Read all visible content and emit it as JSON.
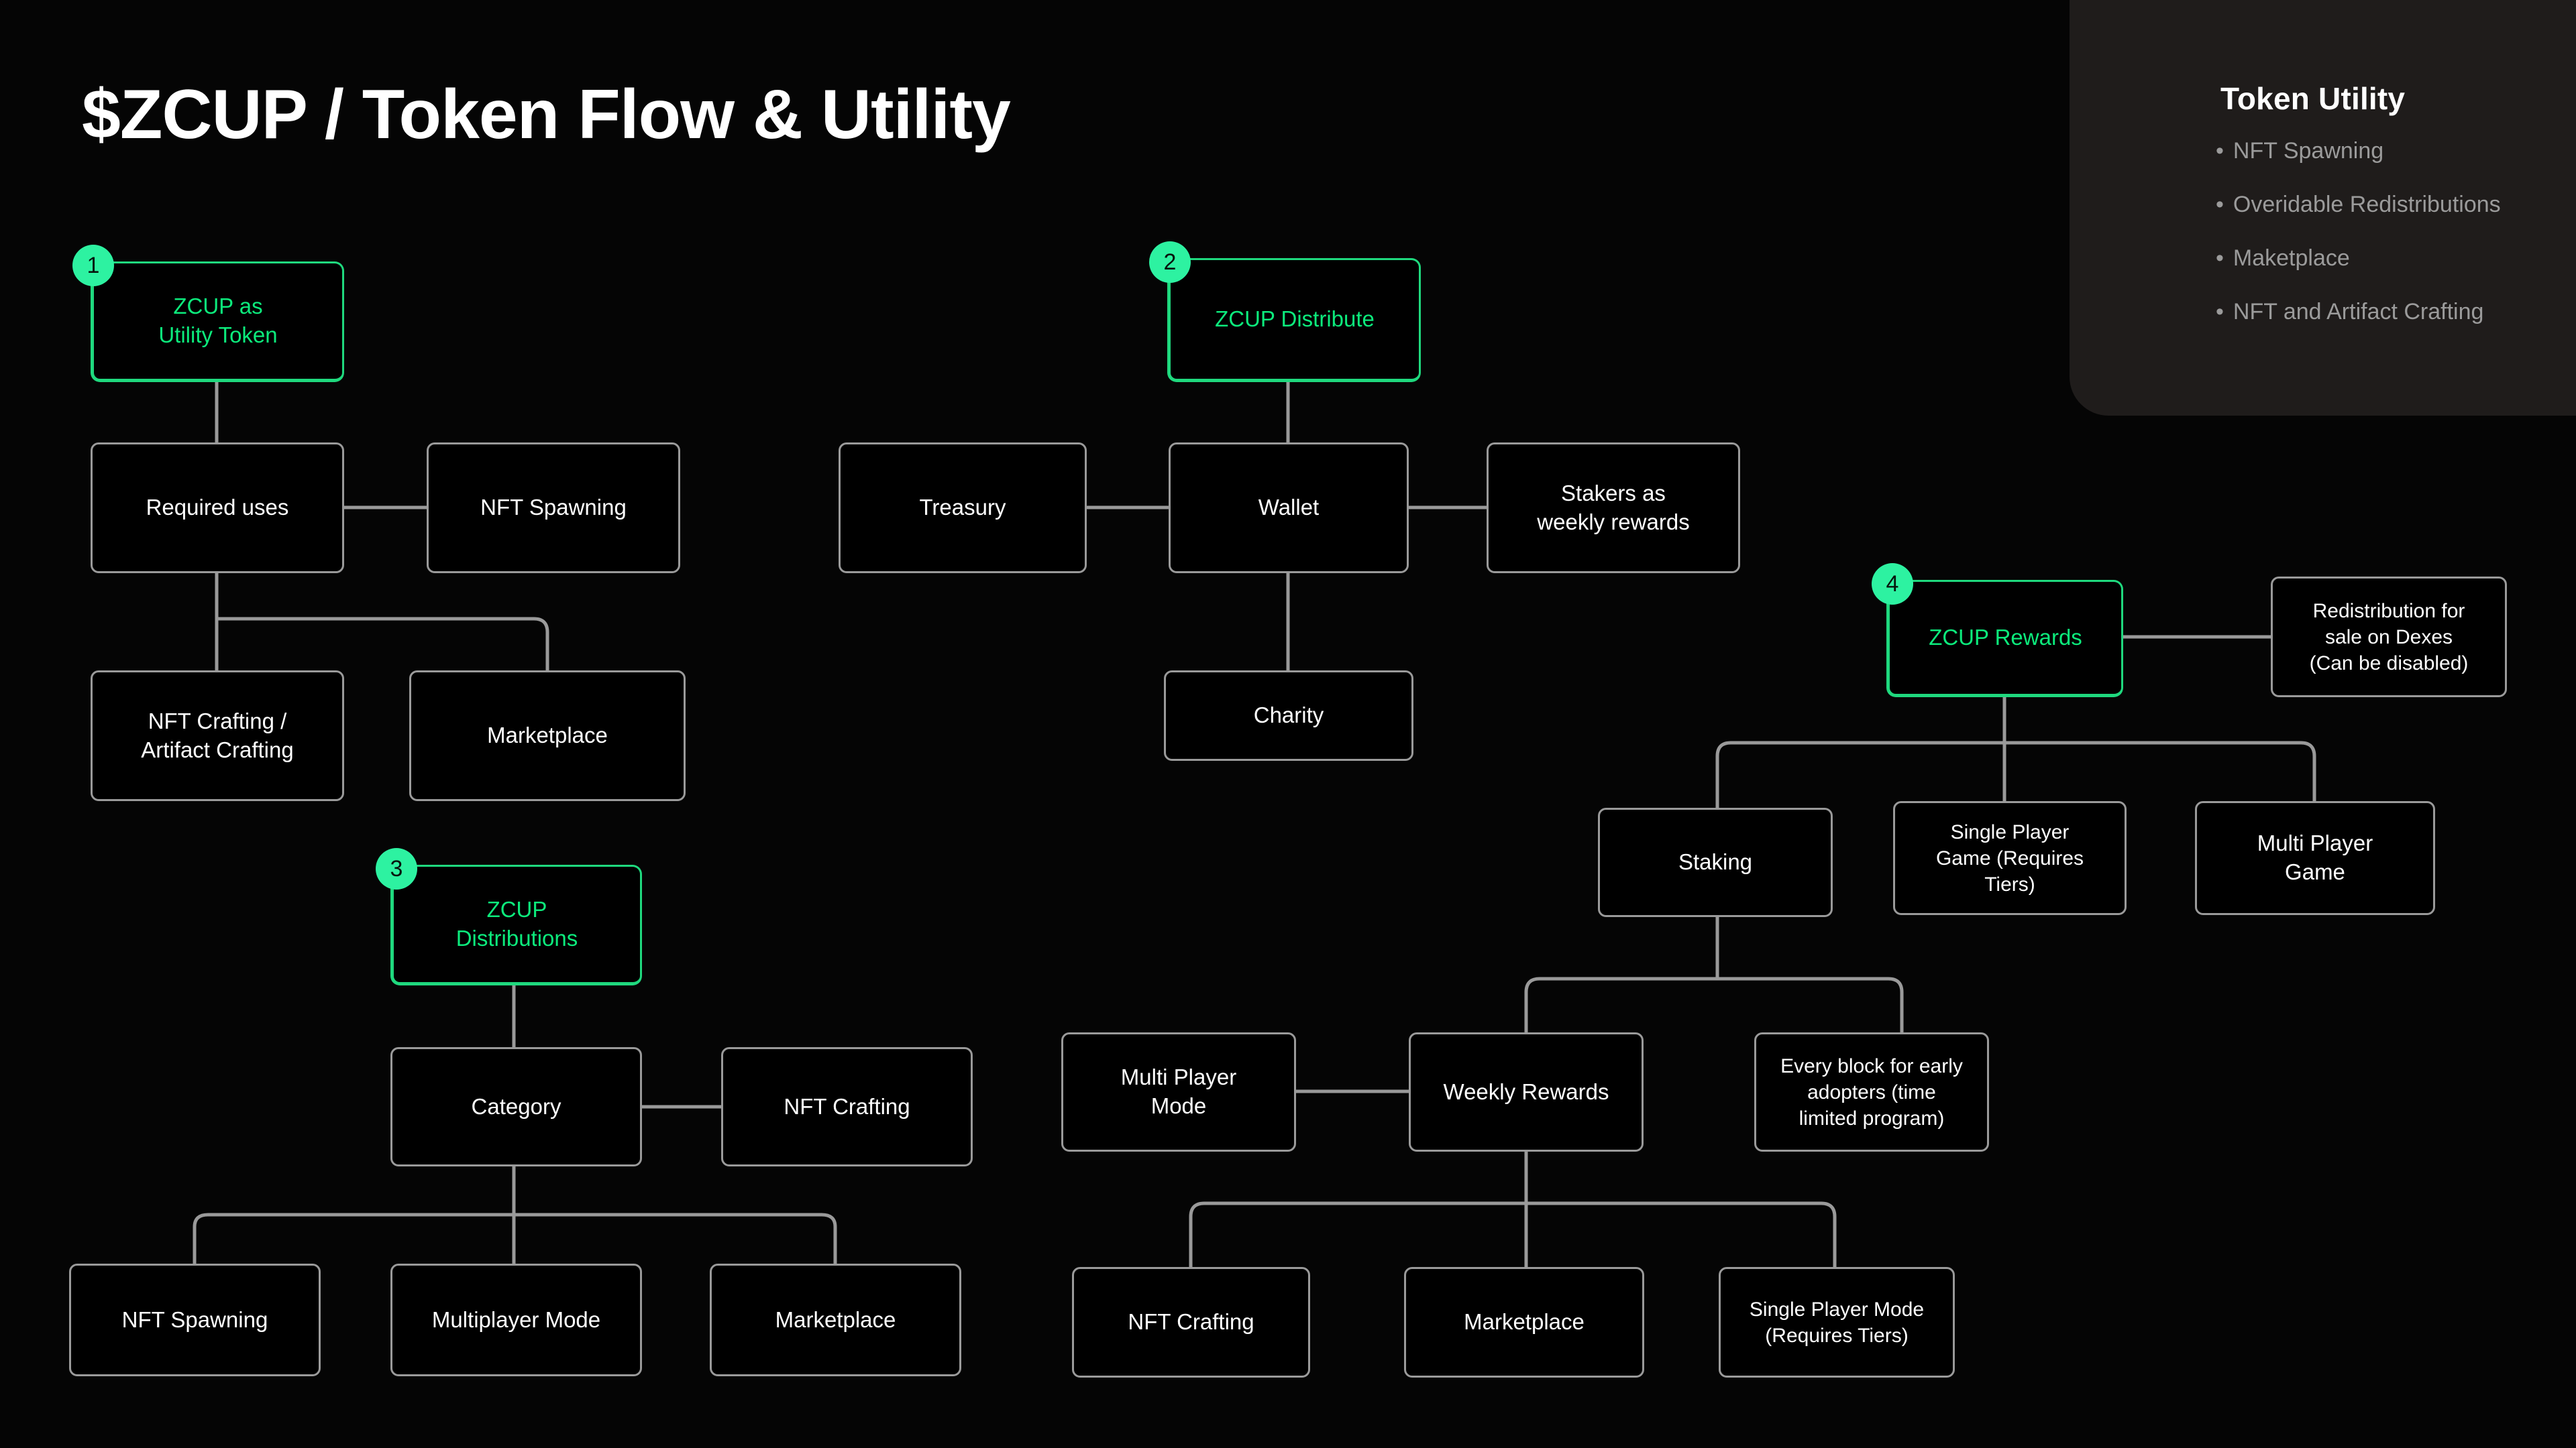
{
  "page": {
    "title": "$ZCUP / Token Flow & Utility",
    "background_color": "#050505",
    "accent_green": "#0ceb7c",
    "badge_green": "#2df2a1",
    "node_border_color": "#9a9a9a"
  },
  "utility_panel": {
    "title": "Token Utility",
    "bullet": "•",
    "items": [
      "NFT Spawning",
      "Overidable Redistributions",
      "Maketplace",
      "NFT and Artifact Crafting"
    ]
  },
  "sections": {
    "s1": {
      "badge": "1",
      "root": "ZCUP as\nUtility Token",
      "required_uses": "Required uses",
      "nft_spawning": "NFT Spawning",
      "nft_crafting_artifact": "NFT Crafting /\nArtifact Crafting",
      "marketplace": "Marketplace"
    },
    "s2": {
      "badge": "2",
      "root": "ZCUP Distribute",
      "treasury": "Treasury",
      "wallet": "Wallet",
      "stakers": "Stakers as\nweekly rewards",
      "charity": "Charity"
    },
    "s3": {
      "badge": "3",
      "root": "ZCUP\nDistributions",
      "category": "Category",
      "nft_crafting": "NFT Crafting",
      "nft_spawning": "NFT Spawning",
      "multiplayer_mode": "Multiplayer Mode",
      "marketplace": "Marketplace"
    },
    "s4": {
      "badge": "4",
      "root": "ZCUP Rewards",
      "redistribution": "Redistribution for\nsale on Dexes\n(Can be disabled)",
      "staking": "Staking",
      "single_player_game": "Single Player\nGame (Requires\nTiers)",
      "multi_player_game": "Multi Player\nGame",
      "multi_player_mode": "Multi Player\nMode",
      "weekly_rewards": "Weekly Rewards",
      "every_block": "Every block for early\nadopters (time\nlimited program)",
      "nft_crafting": "NFT Crafting",
      "marketplace": "Marketplace",
      "single_player_mode": "Single Player Mode\n(Requires Tiers)"
    }
  }
}
